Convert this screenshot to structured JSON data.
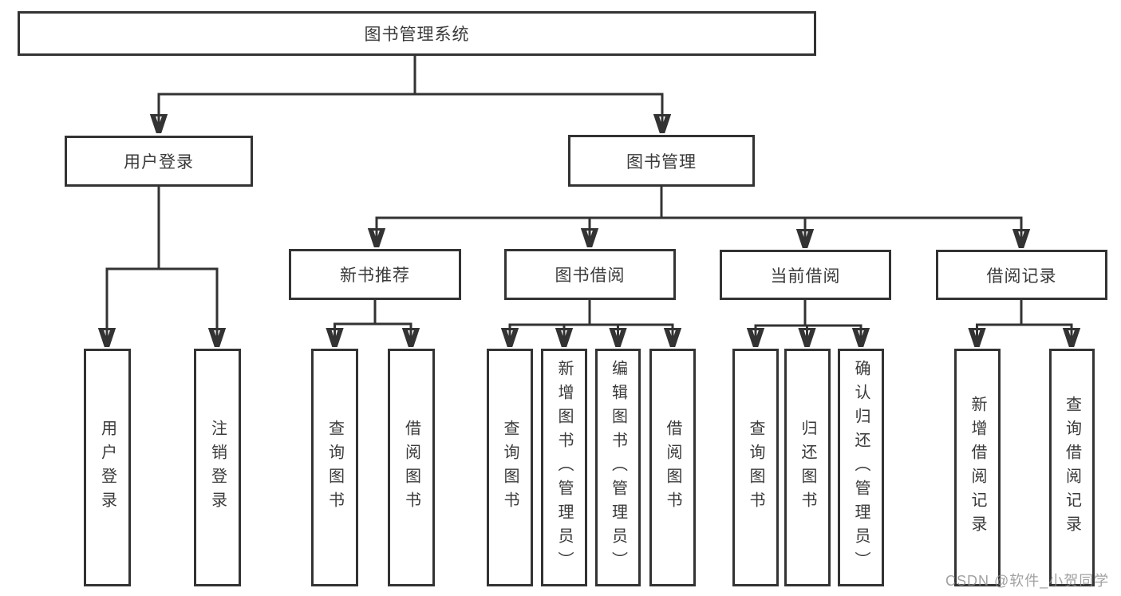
{
  "diagram": {
    "tree": {
      "label": "图书管理系统",
      "children": [
        {
          "label": "用户登录",
          "children": [
            {
              "label": "用户登录"
            },
            {
              "label": "注销登录"
            }
          ]
        },
        {
          "label": "图书管理",
          "children": [
            {
              "label": "新书推荐",
              "children": [
                {
                  "label": "查询图书"
                },
                {
                  "label": "借阅图书"
                }
              ]
            },
            {
              "label": "图书借阅",
              "children": [
                {
                  "label": "查询图书"
                },
                {
                  "label": "新增图书（管理员）"
                },
                {
                  "label": "编辑图书（管理员）"
                },
                {
                  "label": "借阅图书"
                }
              ]
            },
            {
              "label": "当前借阅",
              "children": [
                {
                  "label": "查询图书"
                },
                {
                  "label": "归还图书"
                },
                {
                  "label": "确认归还（管理员）"
                }
              ]
            },
            {
              "label": "借阅记录",
              "children": [
                {
                  "label": "新增借阅记录"
                },
                {
                  "label": "查询借阅记录"
                }
              ]
            }
          ]
        }
      ]
    }
  },
  "watermark": "CSDN @软件_小贺同学",
  "colors": {
    "line": "#333333",
    "text": "#3a3a3a",
    "background": "#ffffff",
    "watermark": "#8c8c8c"
  }
}
